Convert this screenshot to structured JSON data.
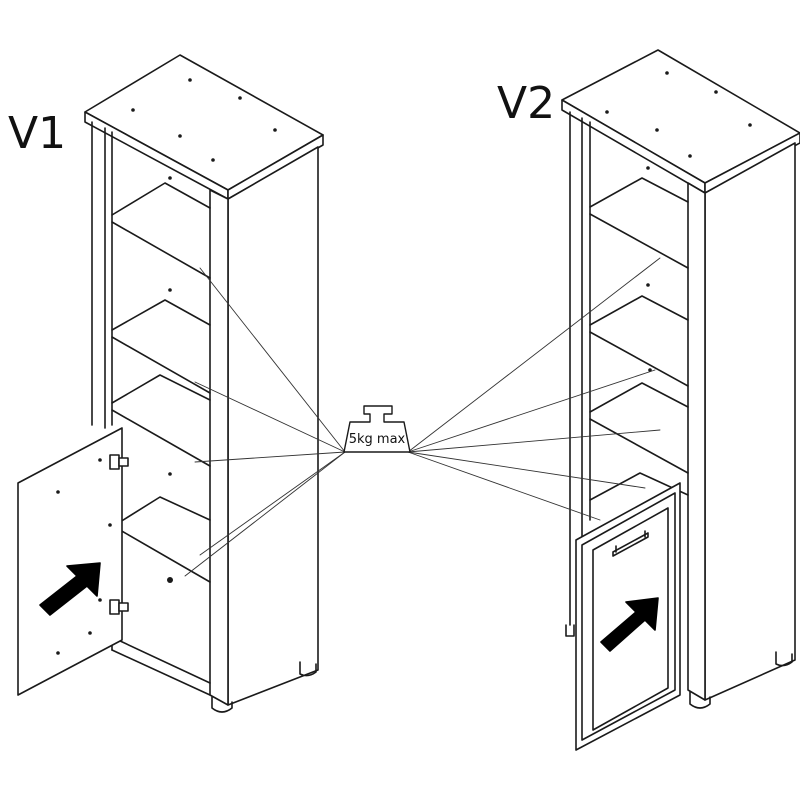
{
  "variants": [
    {
      "label": "V1"
    },
    {
      "label": "V2"
    }
  ],
  "weight_badge": {
    "text": "5kg max"
  },
  "colors": {
    "line": "#1a1a1a",
    "arrow": "#000000",
    "background": "#ffffff"
  }
}
